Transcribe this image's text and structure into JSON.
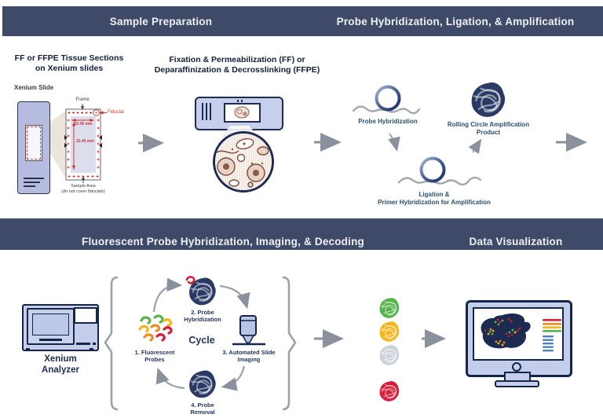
{
  "headers": {
    "top_left": "Sample Preparation",
    "top_right": "Probe Hybridization, Ligation, & Amplification",
    "mid_left": "Fluorescent Probe Hybridization, Imaging, & Decoding",
    "mid_right": "Data Visualization"
  },
  "sample_prep": {
    "title_line1": "FF or FFPE Tissue Sections",
    "title_line2": "on Xenium slides",
    "card": {
      "title": "Xenium Slide",
      "frame_label": "Frame",
      "fiducial_label": "Fiducial",
      "dim_width": "10.45 mm",
      "dim_height": "22.45 mm",
      "sample_area_line1": "Sample Area",
      "sample_area_line2": "(do not cover fiducials)"
    },
    "fixation_line1": "Fixation & Permeabilization (FF) or",
    "fixation_line2": "Deparaffinization & Decrosslinking (FFPE)"
  },
  "hybridization": {
    "probe_hyb_label": "Probe Hybridization",
    "ligation_line1": "Ligation &",
    "ligation_line2": "Primer Hybridization for Amplification",
    "rca_line1": "Rolling Circle Amplification",
    "rca_line2": "Product"
  },
  "imaging": {
    "analyzer_line1": "Xenium",
    "analyzer_line2": "Analyzer",
    "cycle_label": "Cycle",
    "step1_line1": "1. Fluorescent",
    "step1_line2": "Probes",
    "step2_line1": "2. Probe",
    "step2_line2": "Hybridization",
    "step3_line1": "3. Automated Slide",
    "step3_line2": "Imaging",
    "step4_line1": "4. Probe",
    "step4_line2": "Removal"
  },
  "colors": {
    "header_bar": "#3e4a67",
    "navy_outline": "#16254a",
    "ball_navy": "#2b3a64",
    "caption_blue": "#2b516f",
    "arrow_gray": "#8b919c",
    "fiducial_red": "#d0342c",
    "fluor_green": "#55b44b",
    "fluor_yellow": "#f3b71e",
    "fluor_orange": "#ee8c23",
    "fluor_red": "#d5203b",
    "probe_gray": "#ccd2da",
    "device_fill": "#c4cde9"
  }
}
